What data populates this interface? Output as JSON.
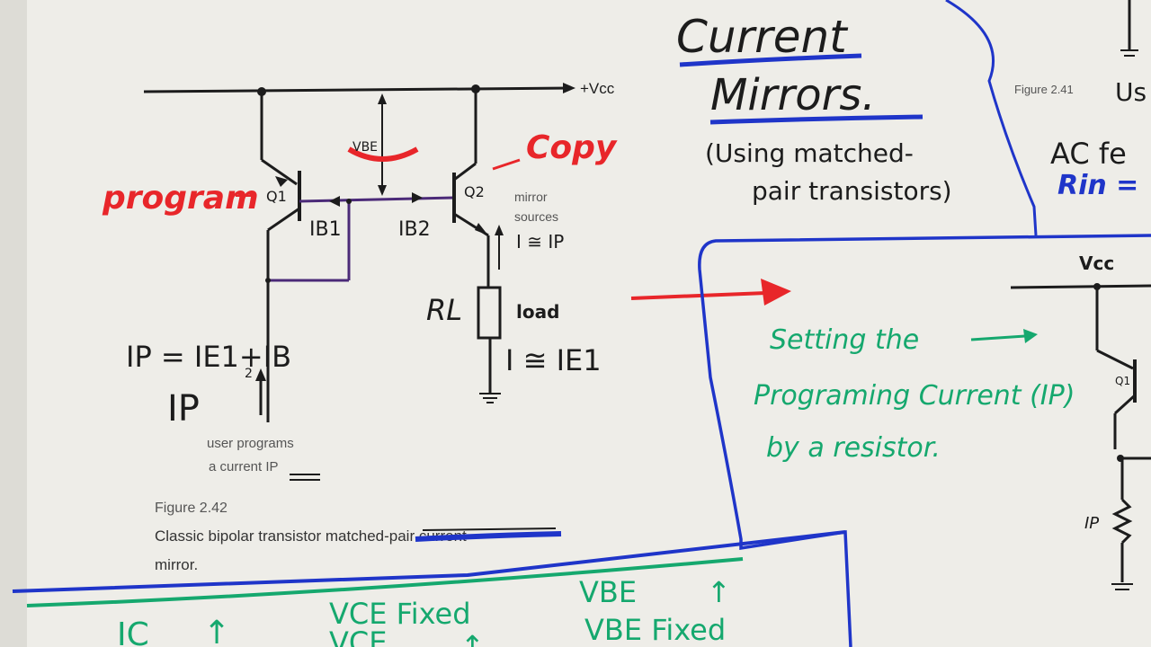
{
  "notes": {
    "title_line1": "Current",
    "title_line2": "Mirrors.",
    "subtitle_line1": "(Using matched-",
    "subtitle_line2": "pair transistors)",
    "program_label": "program",
    "copy_label": "Copy",
    "vbe_bracket_label": "VBE",
    "rl_label": "RL",
    "load_label": "load",
    "ip_eq_main": "IP = IE1+IB",
    "ip_eq_sub": "2",
    "ip_big": "IP",
    "i_approx_ip": "I ≅ IP",
    "i_approx_ie1": "I ≅ IE1",
    "setting_line1": "Setting the",
    "setting_line2": "Programing Current (IP)",
    "setting_line3": "by a resistor.",
    "bottom_ic": "IC",
    "bottom_vce_fixed": "VCE Fixed",
    "bottom_vbe": "VBE",
    "bottom_vce2": "VCE",
    "bottom_vbe_fixed": "VBE Fixed",
    "bottom_arrow": "↑",
    "right_us": "Us",
    "right_ac": "AC fe",
    "right_rin": "Rin ="
  },
  "figure": {
    "vcc": "+Vcc",
    "q1": "Q1",
    "q2": "Q2",
    "ib1": "IB1",
    "ib2": "IB2",
    "mirror_sources_line1": "mirror",
    "mirror_sources_line2": "sources",
    "user_programs_line1": "user programs",
    "user_programs_line2": "a current IP",
    "caption_number": "Figure 2.42",
    "caption_text1": "Classic bipolar transistor matched-pair current",
    "caption_text2": "mirror.",
    "fig241": "Figure 2.41",
    "right_vcc": "Vcc",
    "right_q1": "Q1",
    "right_ip": "IP"
  },
  "colors": {
    "paper": "#eeede8",
    "ink_black": "#1c1c1c",
    "ink_red": "#e8262a",
    "ink_blue": "#1f35c9",
    "ink_green": "#15a86e",
    "ink_purple": "#4b2a78",
    "print_gray": "#555555"
  }
}
